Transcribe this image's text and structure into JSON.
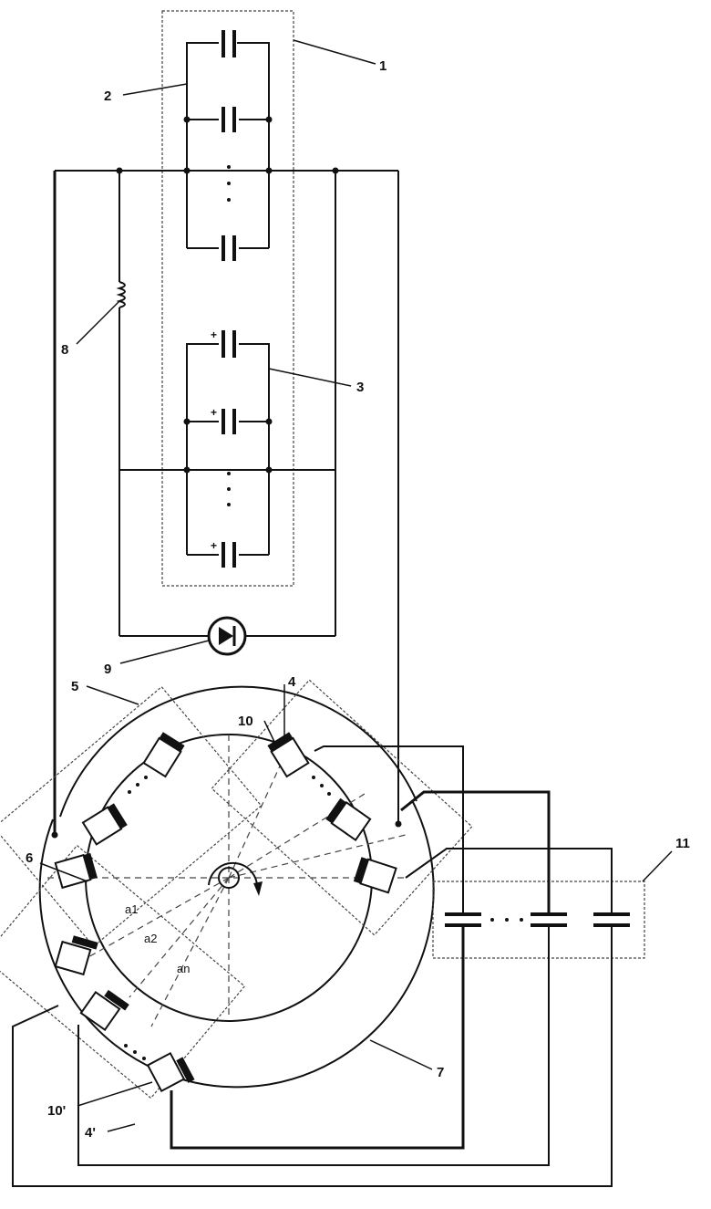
{
  "labels": {
    "l1": "1",
    "l2": "2",
    "l3": "3",
    "l4": "4",
    "l4p": "4'",
    "l5": "5",
    "l6": "6",
    "l7": "7",
    "l8": "8",
    "l9": "9",
    "l10": "10",
    "l10p": "10'",
    "l11": "11"
  },
  "angles": {
    "a1": "a1",
    "a2": "a2",
    "an": "an"
  },
  "polarity_mark": "+"
}
